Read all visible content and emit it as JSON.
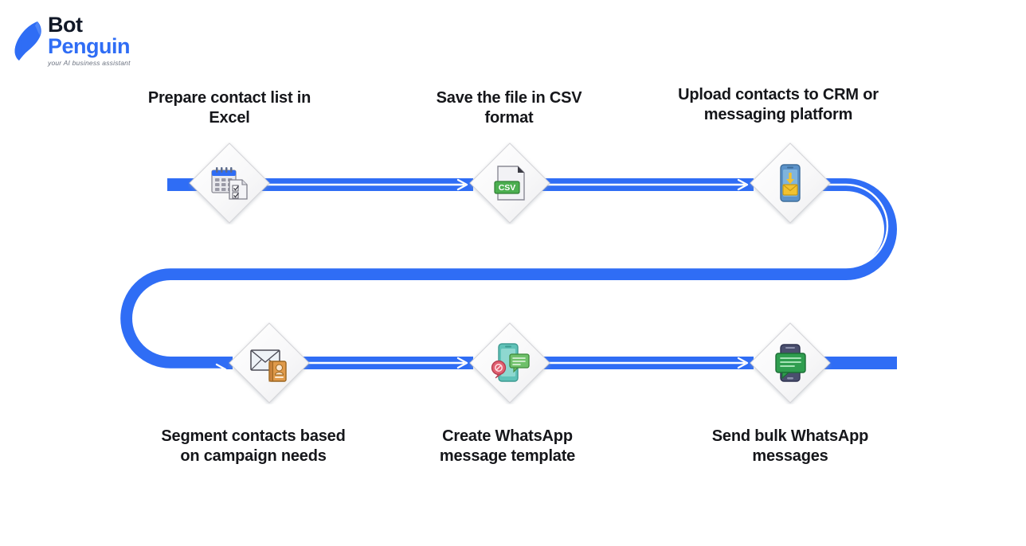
{
  "brand": {
    "name_line1": "Bot",
    "name_line2": "Penguin",
    "tagline": "your AI business assistant",
    "color_dark": "#111827",
    "color_blue": "#2f6df5",
    "logo_icon": "penguin-icon"
  },
  "diagram": {
    "type": "process-flow",
    "layout": "serpentine",
    "rows": 2,
    "steps_per_row": 3,
    "background": "#ffffff",
    "connector_color": "#2f6df5",
    "node_shape": "diamond",
    "node_fill": "#f7f7f7",
    "node_border": "#d0d0d0"
  },
  "steps": [
    {
      "index": 1,
      "label": "Prepare contact list in\nExcel",
      "icon": "spreadsheet-checklist-icon",
      "label_position": "above",
      "row": 1
    },
    {
      "index": 2,
      "label": "Save the file in CSV\nformat",
      "icon": "csv-file-icon",
      "label_position": "above",
      "row": 1
    },
    {
      "index": 3,
      "label": "Upload contacts to CRM or\nmessaging platform",
      "icon": "phone-upload-envelope-icon",
      "label_position": "above",
      "row": 1
    },
    {
      "index": 4,
      "label": "Segment contacts based\non campaign needs",
      "icon": "envelope-contact-book-icon",
      "label_position": "below",
      "row": 2
    },
    {
      "index": 5,
      "label": "Create WhatsApp\nmessage template",
      "icon": "phone-chat-template-icon",
      "label_position": "below",
      "row": 2
    },
    {
      "index": 6,
      "label": "Send bulk WhatsApp\nmessages",
      "icon": "phone-bulk-message-icon",
      "label_position": "below",
      "row": 2
    }
  ]
}
